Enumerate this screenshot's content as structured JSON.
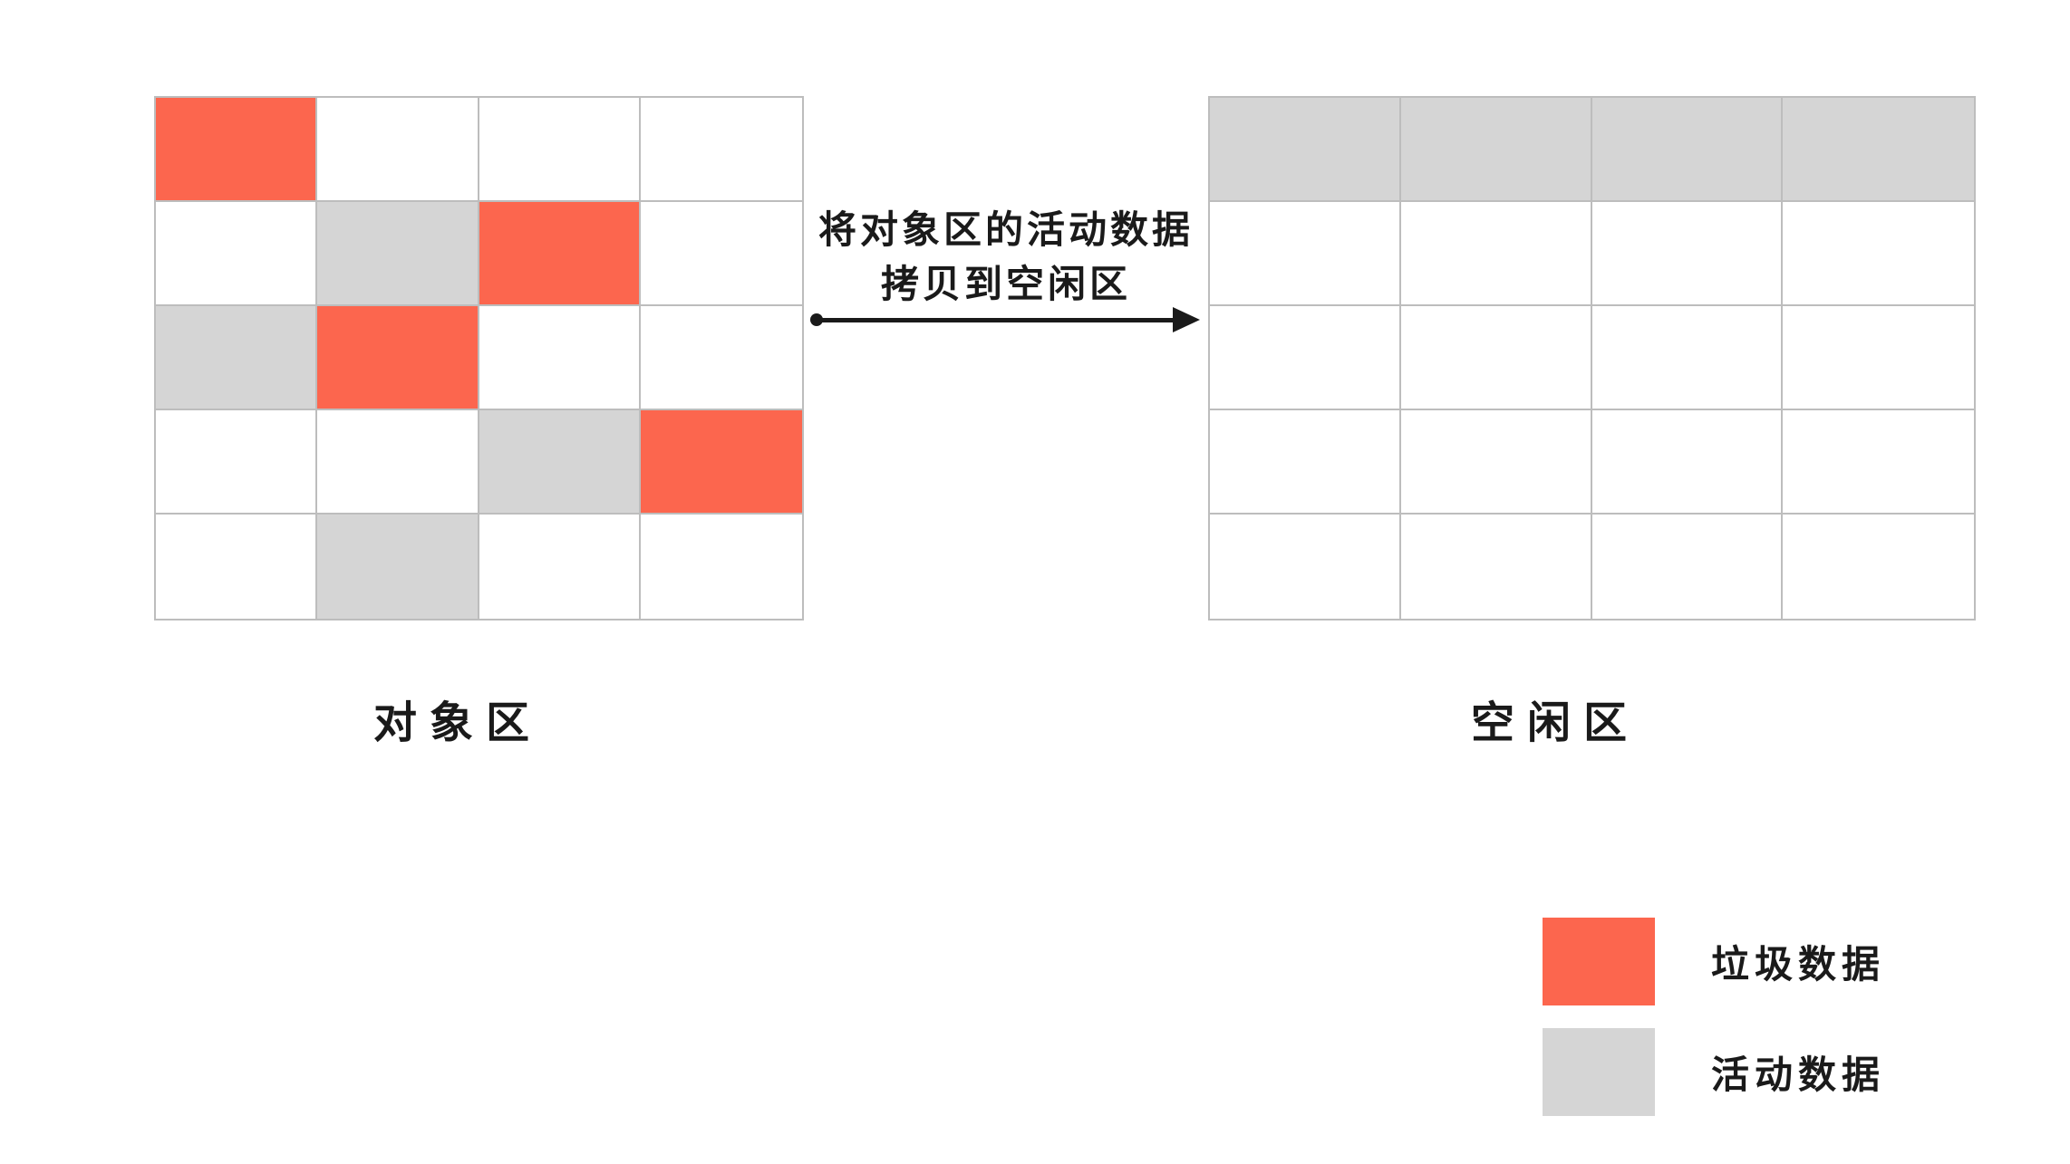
{
  "colors": {
    "garbage": "#fc664e",
    "live": "#d5d5d5",
    "empty": "#ffffff",
    "grid_line": "#bdbdbd",
    "ink": "#1a1a1a",
    "background": "#ffffff"
  },
  "object_area": {
    "label": "对象区",
    "cols": 4,
    "rows": 5,
    "cells": [
      [
        "garbage",
        "empty",
        "empty",
        "empty"
      ],
      [
        "empty",
        "live",
        "garbage",
        "empty"
      ],
      [
        "live",
        "garbage",
        "empty",
        "empty"
      ],
      [
        "empty",
        "empty",
        "live",
        "garbage"
      ],
      [
        "empty",
        "live",
        "empty",
        "empty"
      ]
    ]
  },
  "free_area": {
    "label": "空闲区",
    "cols": 4,
    "rows": 5,
    "cells": [
      [
        "live",
        "live",
        "live",
        "live"
      ],
      [
        "empty",
        "empty",
        "empty",
        "empty"
      ],
      [
        "empty",
        "empty",
        "empty",
        "empty"
      ],
      [
        "empty",
        "empty",
        "empty",
        "empty"
      ],
      [
        "empty",
        "empty",
        "empty",
        "empty"
      ]
    ]
  },
  "arrow": {
    "caption_line1": "将对象区的活动数据",
    "caption_line2": "拷贝到空闲区",
    "direction": "left-to-right"
  },
  "legend": {
    "items": [
      {
        "color_key": "garbage",
        "label": "垃圾数据"
      },
      {
        "color_key": "live",
        "label": "活动数据"
      }
    ]
  }
}
